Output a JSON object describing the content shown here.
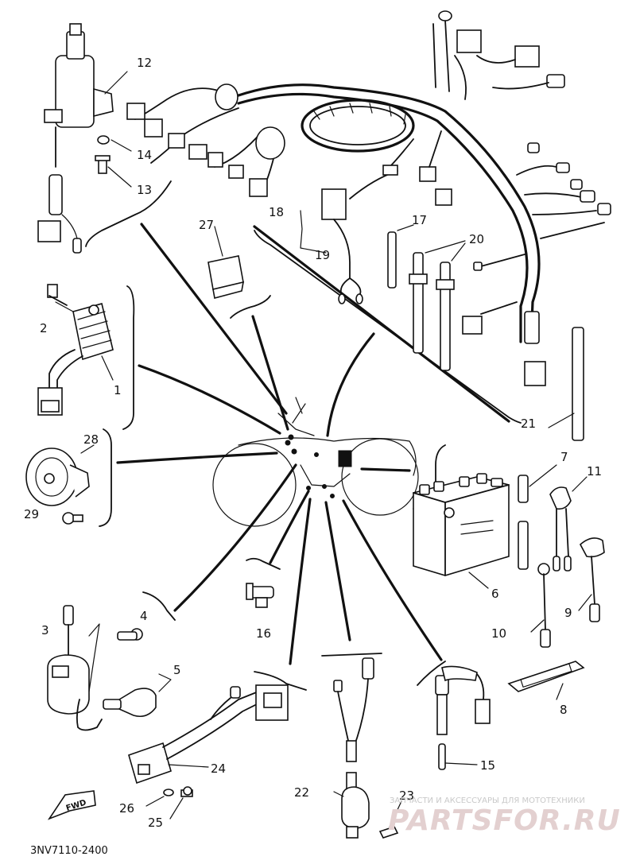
{
  "diagram": {
    "callouts": [
      "1",
      "2",
      "3",
      "4",
      "5",
      "6",
      "7",
      "8",
      "9",
      "10",
      "11",
      "12",
      "13",
      "14",
      "15",
      "16",
      "17",
      "18",
      "19",
      "20",
      "21",
      "22",
      "23",
      "24",
      "25",
      "26",
      "27",
      "28",
      "29"
    ],
    "drawing_code": "3NV7110-2400",
    "direction_mark": "FWD"
  },
  "watermark": {
    "tagline": "ЗАПЧАСТИ И АКСЕССУАРЫ ДЛЯ МОТОТЕХНИКИ",
    "brand": "PARTSFOR.RU"
  }
}
